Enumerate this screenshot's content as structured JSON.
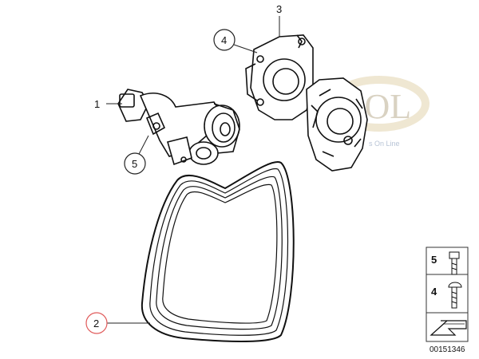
{
  "callouts": [
    {
      "label": "1"
    },
    {
      "label": "2"
    },
    {
      "label": "3"
    },
    {
      "label": "4"
    },
    {
      "label": "5"
    }
  ],
  "highlight_color": "#e05a5a",
  "line_color": "#222222",
  "legend": {
    "items": [
      {
        "label": "5"
      },
      {
        "label": "4"
      }
    ]
  },
  "diagram_ref": "00151346",
  "watermark": {
    "logo_text": "SOL",
    "tagline": "s On Line"
  }
}
